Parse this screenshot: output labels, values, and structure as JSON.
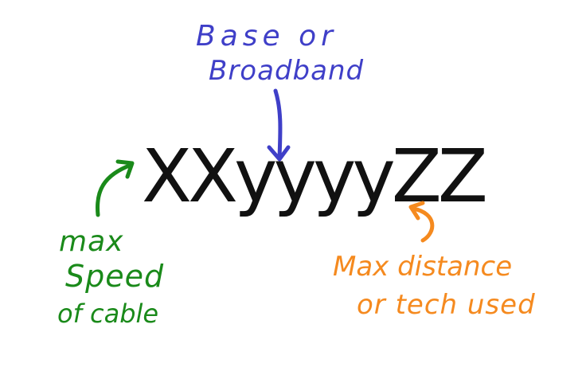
{
  "main_code": "XXyyyyZZ",
  "labels": {
    "top": {
      "line1": "Base or",
      "line2": "Broadband"
    },
    "left": {
      "line1": "max",
      "line2": "Speed",
      "line3": "of cable"
    },
    "right": {
      "line1": "Max distance",
      "line2": "or tech used"
    }
  },
  "colors": {
    "blue": "#3f3fc8",
    "green": "#1a8a1a",
    "orange": "#f58a1f",
    "text": "#111111"
  }
}
